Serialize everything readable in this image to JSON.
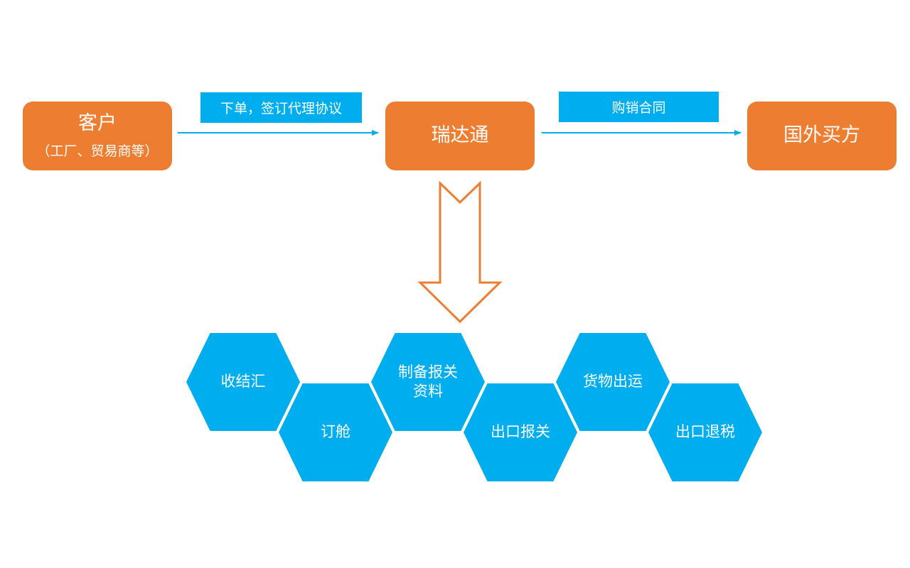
{
  "flow": {
    "customer": {
      "title": "客户",
      "subtitle": "（工厂、贸易商等）"
    },
    "agent": {
      "title": "瑞达通"
    },
    "buyer": {
      "title": "国外买方"
    },
    "arrow1_label": "下单，签订代理协议",
    "arrow2_label": "购销合同"
  },
  "services": [
    {
      "lines": [
        "收结汇"
      ]
    },
    {
      "lines": [
        "订舱"
      ]
    },
    {
      "lines": [
        "制备报关",
        "资料"
      ]
    },
    {
      "lines": [
        "出口报关"
      ]
    },
    {
      "lines": [
        "货物出运"
      ]
    },
    {
      "lines": [
        "出口退税"
      ]
    }
  ],
  "colors": {
    "box": "#ED7D31",
    "accent": "#00AEEF",
    "background": "#FFFFFF"
  }
}
